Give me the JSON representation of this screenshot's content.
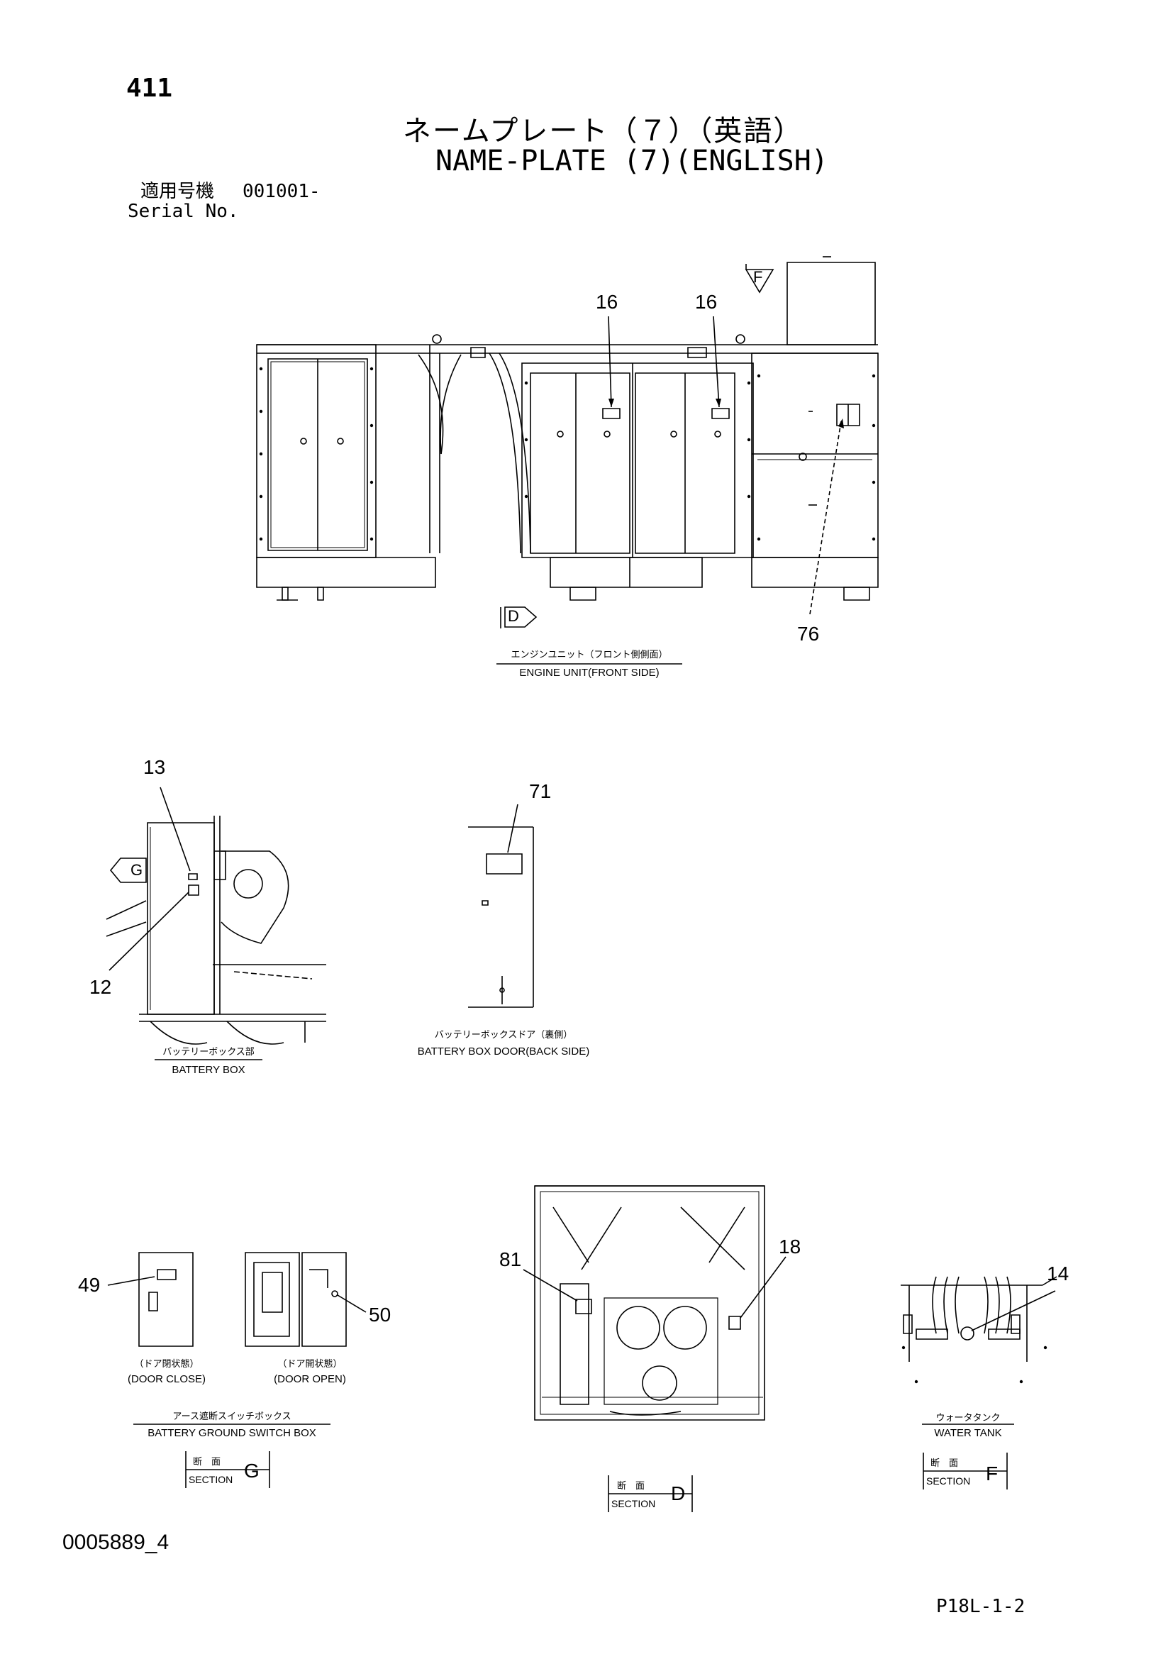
{
  "header": {
    "page_number": "411",
    "title_jp": "ネームプレート（７）（英語）",
    "title_en": "NAME-PLATE (7)(ENGLISH)",
    "serial_jp": "適用号機",
    "serial_value": "001001-",
    "serial_en": "Serial No."
  },
  "views": {
    "engine_unit": {
      "caption_jp": "エンジンユニット（フロント側側面）",
      "caption_en": "ENGINE UNIT(FRONT SIDE)",
      "section_marks": {
        "d": "D",
        "f": "F"
      },
      "callouts": {
        "a": "16",
        "b": "16",
        "c": "76"
      }
    },
    "battery_box": {
      "caption_jp": "バッテリーボックス部",
      "caption_en": "BATTERY BOX",
      "section_mark": "G",
      "callouts": {
        "a": "13",
        "b": "12"
      }
    },
    "battery_box_door": {
      "caption_jp": "バッテリーボックスドア（裏側）",
      "caption_en": "BATTERY BOX DOOR(BACK SIDE)",
      "callouts": {
        "a": "71"
      }
    },
    "ground_switch_box": {
      "door_close_jp": "（ドア閉状態）",
      "door_close_en": "(DOOR CLOSE)",
      "door_open_jp": "（ドア開状態）",
      "door_open_en": "(DOOR OPEN)",
      "caption_jp": "アース遮断スイッチボックス",
      "caption_en": "BATTERY GROUND SWITCH BOX",
      "section_jp": "断　面",
      "section_en": "SECTION",
      "section_letter": "G",
      "callouts": {
        "a": "49",
        "b": "50"
      }
    },
    "section_d": {
      "section_jp": "断　面",
      "section_en": "SECTION",
      "section_letter": "D",
      "callouts": {
        "a": "81",
        "b": "18"
      }
    },
    "water_tank": {
      "caption_jp": "ウォータタンク",
      "caption_en": "WATER TANK",
      "section_jp": "断　面",
      "section_en": "SECTION",
      "section_letter": "F",
      "callouts": {
        "a": "14"
      }
    }
  },
  "footer": {
    "drawing_id": "0005889_4",
    "sheet_ref": "P18L-1-2"
  }
}
